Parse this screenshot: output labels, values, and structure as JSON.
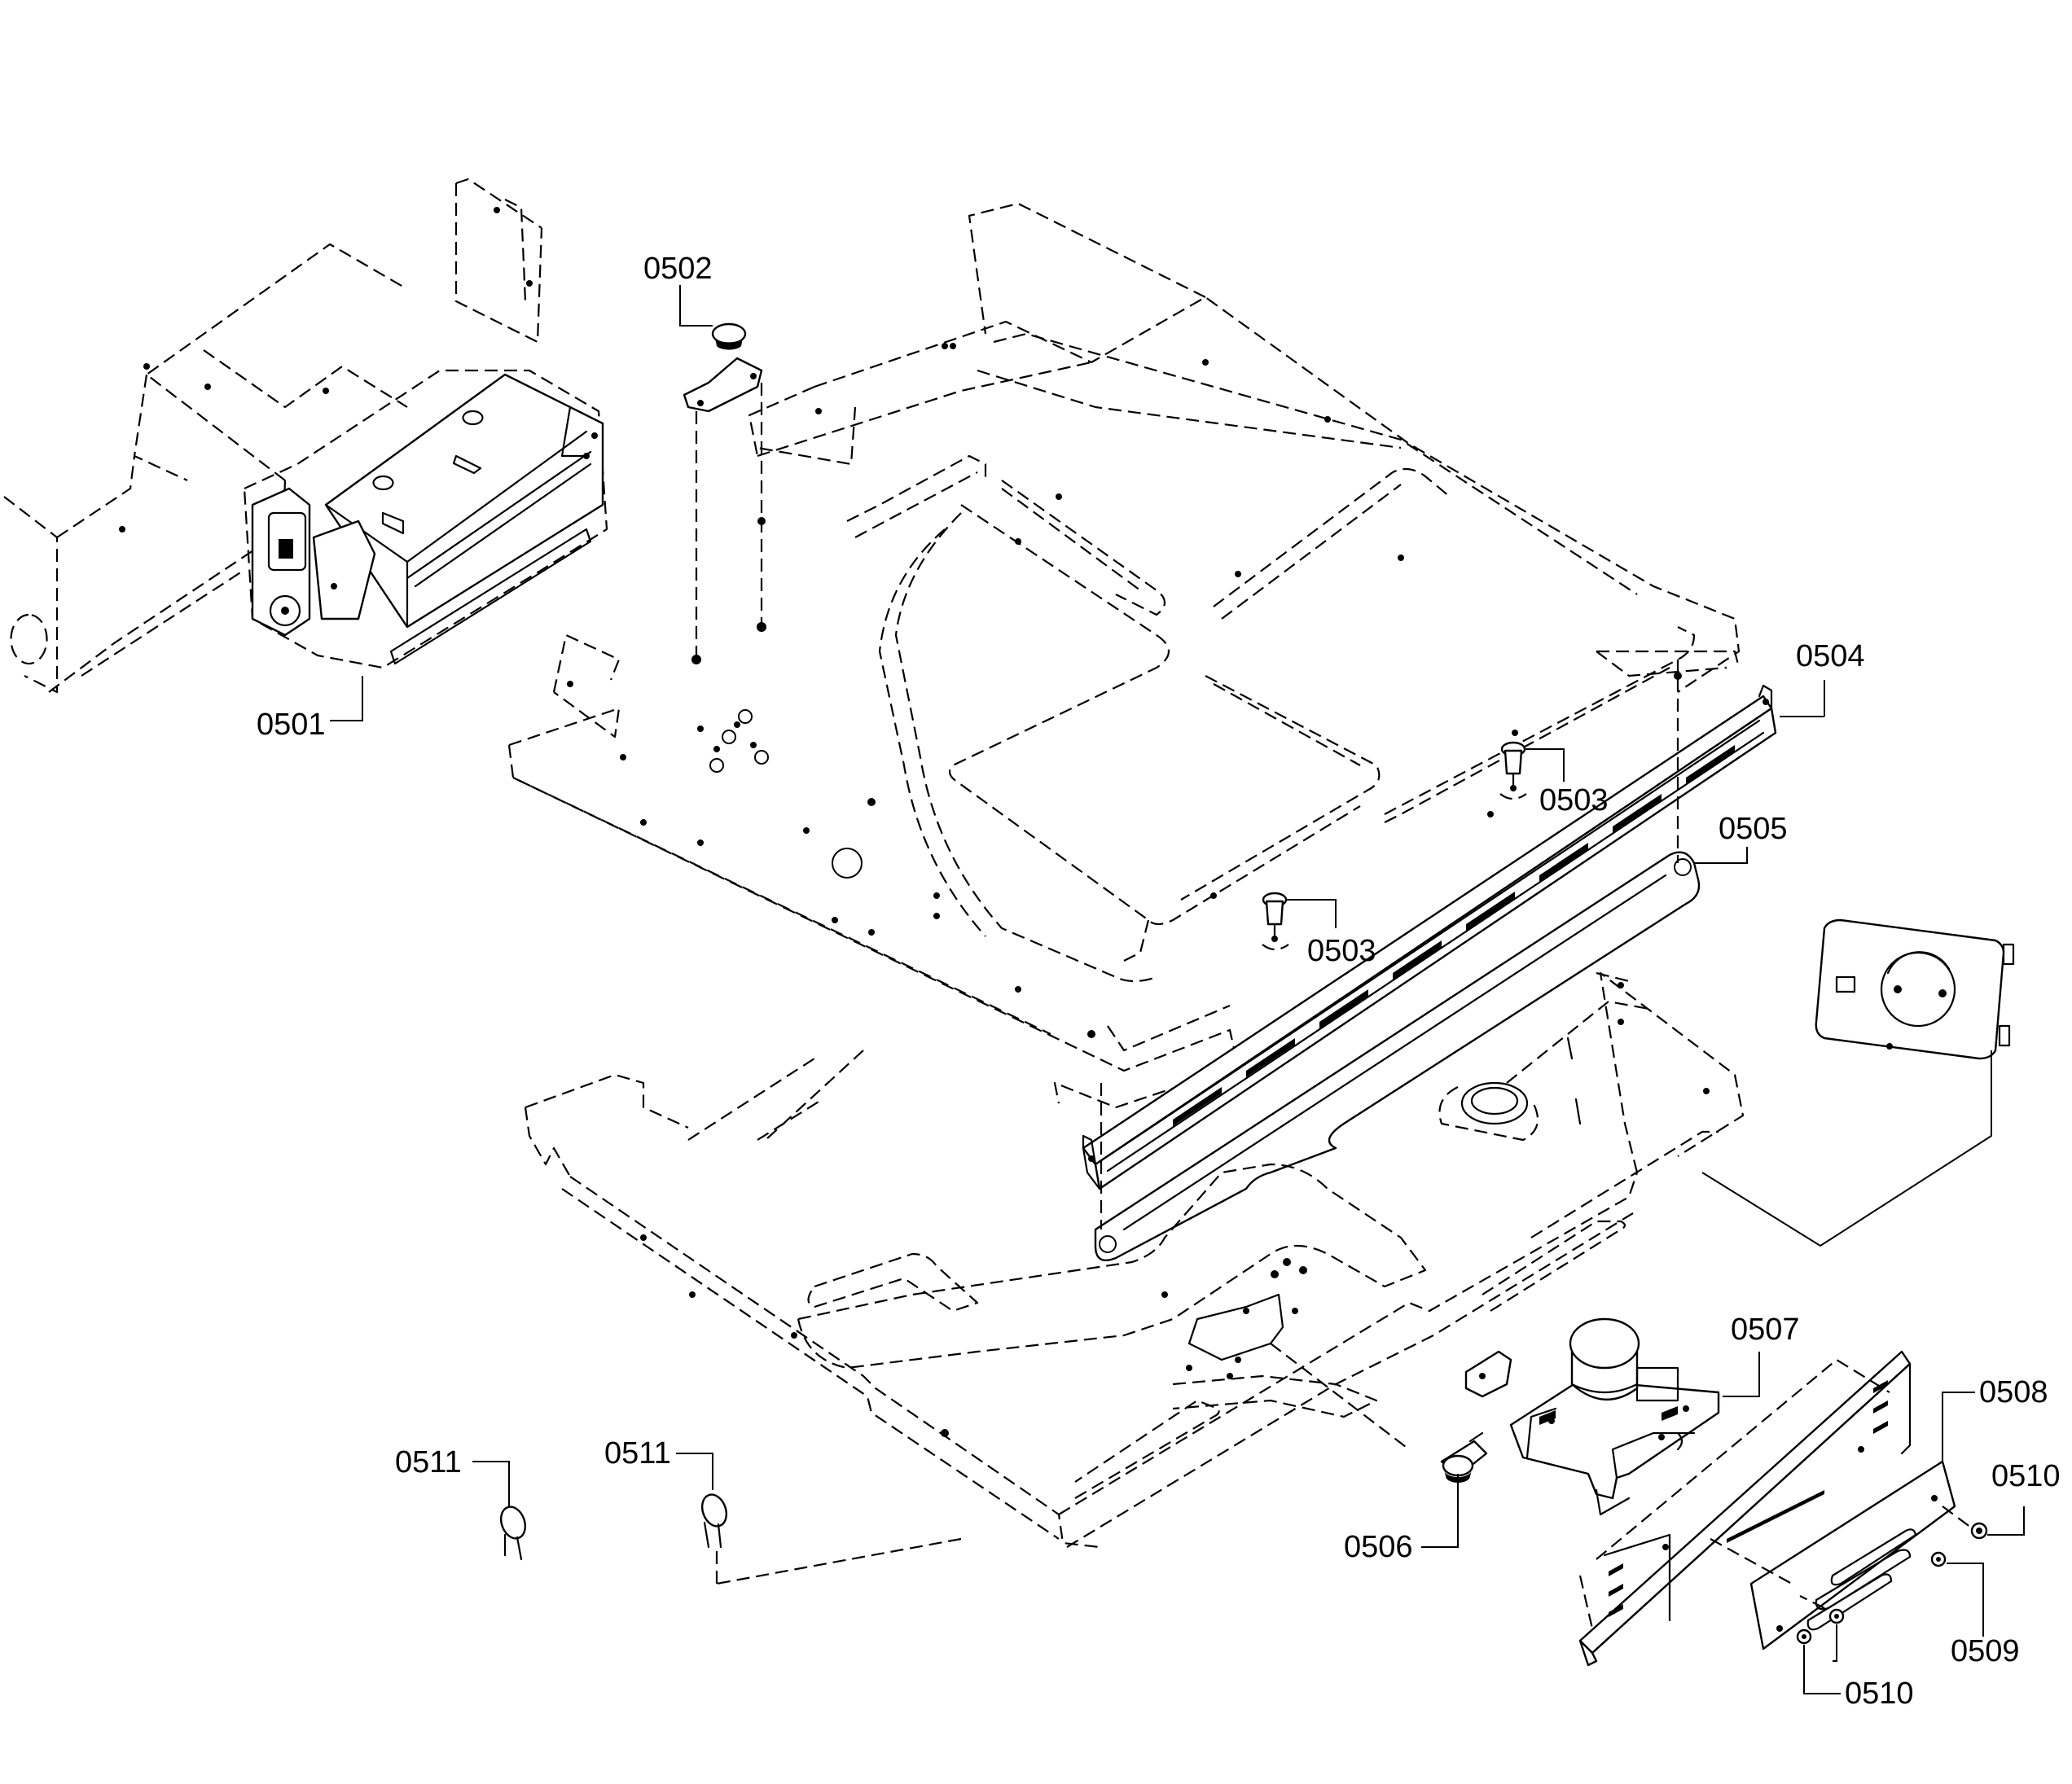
{
  "diagram": {
    "part_labels": [
      {
        "id": "p0501",
        "text": "0501"
      },
      {
        "id": "p0502",
        "text": "0502"
      },
      {
        "id": "p0503a",
        "text": "0503"
      },
      {
        "id": "p0503b",
        "text": "0503"
      },
      {
        "id": "p0504",
        "text": "0504"
      },
      {
        "id": "p0505",
        "text": "0505"
      },
      {
        "id": "p0506",
        "text": "0506"
      },
      {
        "id": "p0507",
        "text": "0507"
      },
      {
        "id": "p0508",
        "text": "0508"
      },
      {
        "id": "p0509",
        "text": "0509"
      },
      {
        "id": "p0510a",
        "text": "0510"
      },
      {
        "id": "p0510b",
        "text": "0510"
      },
      {
        "id": "p0511a",
        "text": "0511"
      },
      {
        "id": "p0511b",
        "text": "0511"
      }
    ]
  }
}
